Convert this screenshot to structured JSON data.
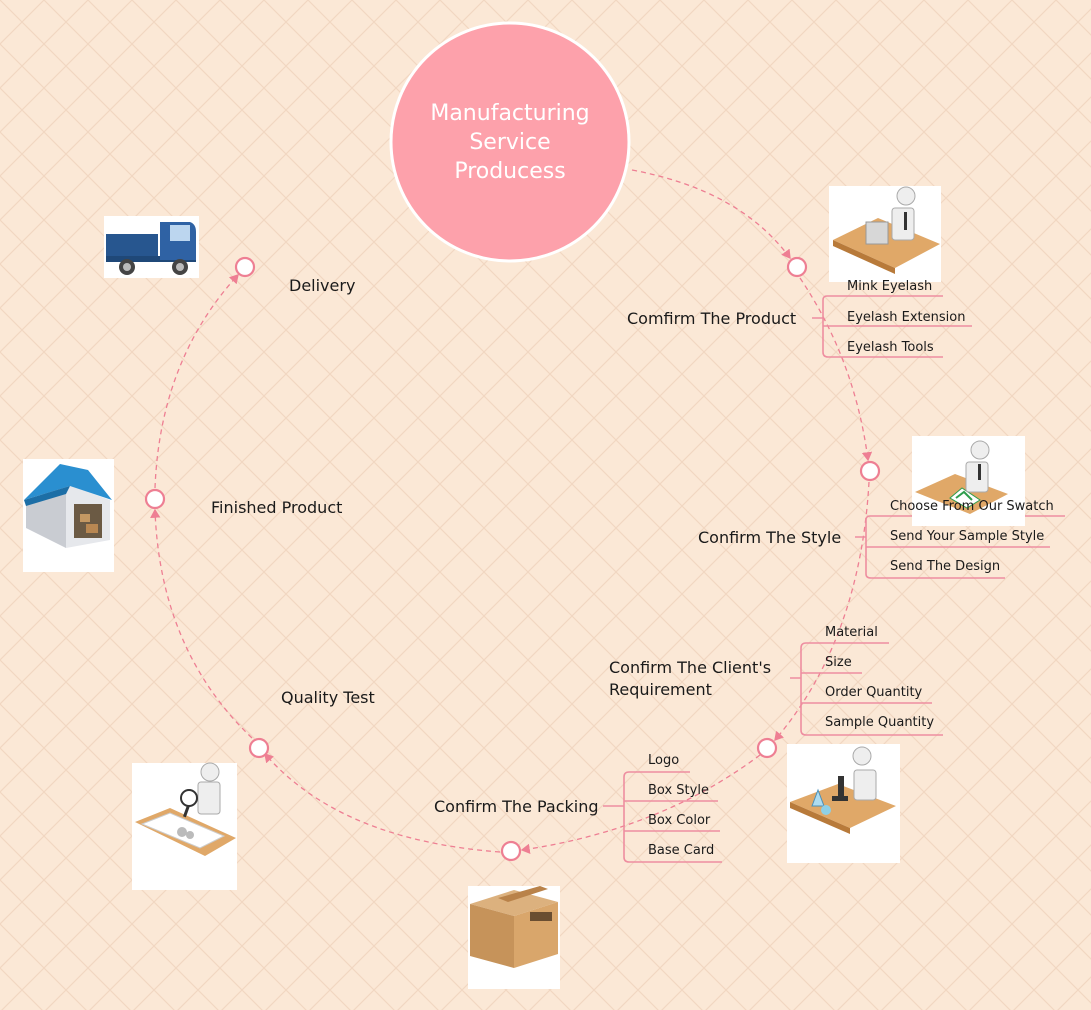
{
  "title": "Manufacturing\nService\nProducess",
  "steps": {
    "product": "Comfirm The Product",
    "style": "Confirm The Style",
    "requirement": "Confirm The Client's\nRequirement",
    "packing": "Confirm The Packing",
    "quality": "Quality Test",
    "finished": "Finished Product",
    "delivery": "Delivery"
  },
  "product_items": [
    "Mink Eyelash",
    "Eyelash Extension",
    "Eyelash Tools"
  ],
  "style_items": [
    "Choose From Our Swatch",
    "Send Your Sample Style",
    "Send The Design"
  ],
  "requirement_items": [
    "Material",
    "Size",
    "Order Quantity",
    "Sample Quantity"
  ],
  "packing_items": [
    "Logo",
    "Box Style",
    "Box Color",
    "Base Card"
  ],
  "icons": [
    "truck-icon",
    "computer-worker-icon",
    "designer-icon",
    "warehouse-icon",
    "lab-microscope-icon",
    "inspection-icon",
    "cardboard-box-icon"
  ],
  "colors": {
    "background": "#fbe8d6",
    "lattice": "#f1d7c2",
    "center_circle": "#fda1ab",
    "accent": "#ee7f93",
    "connector": "#f0a0b3"
  }
}
